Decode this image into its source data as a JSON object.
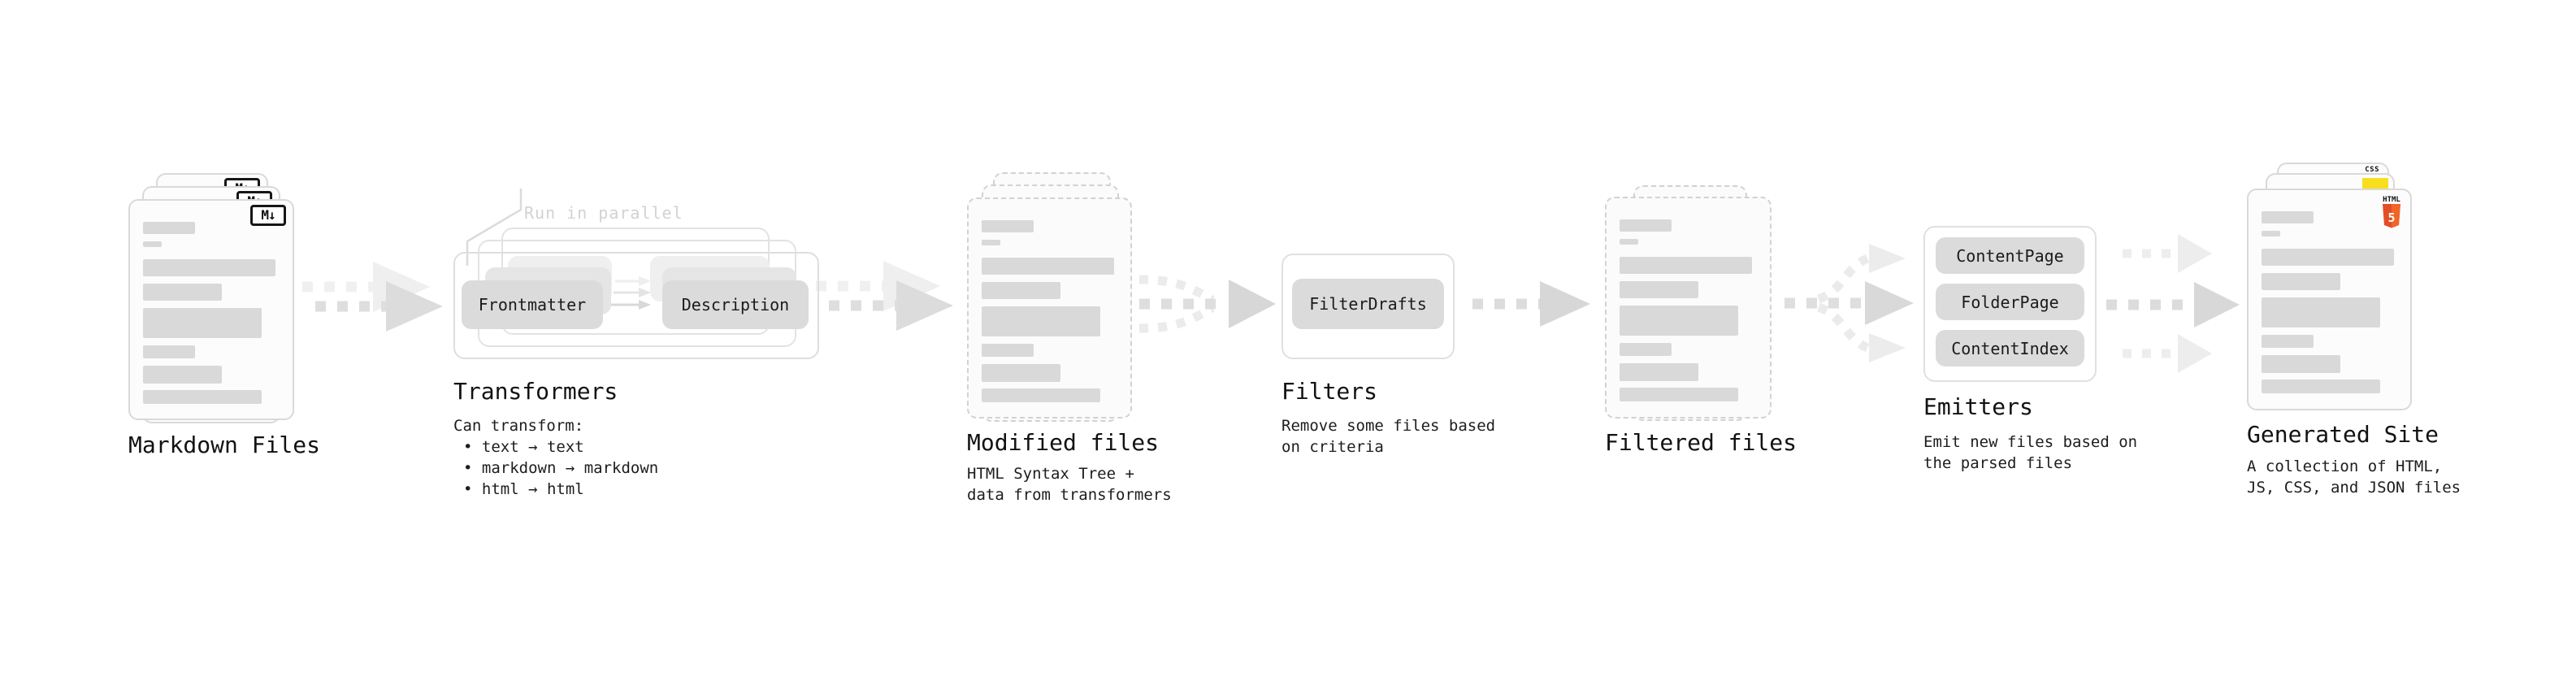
{
  "stages": {
    "markdown_files": {
      "title": "Markdown Files",
      "badge": "M↓"
    },
    "transformers": {
      "title": "Transformers",
      "annotation": "Run in parallel",
      "pill_left": "Frontmatter",
      "pill_right": "Description",
      "caption_heading": "Can transform:",
      "bullets": [
        "• text → text",
        "• markdown → markdown",
        "• html → html"
      ]
    },
    "modified_files": {
      "title": "Modified files",
      "caption": "HTML Syntax Tree +\ndata from transformers"
    },
    "filters": {
      "title": "Filters",
      "pill": "FilterDrafts",
      "caption": "Remove some files based\non criteria"
    },
    "filtered_files": {
      "title": "Filtered files"
    },
    "emitters": {
      "title": "Emitters",
      "pills": [
        "ContentPage",
        "FolderPage",
        "ContentIndex"
      ],
      "caption": "Emit new files based on\nthe parsed files"
    },
    "generated_site": {
      "title": "Generated Site",
      "caption": "A collection of HTML,\nJS, CSS, and JSON files",
      "badge_html_label": "HTML",
      "badge_html_number": "5",
      "badge_css": "CSS"
    }
  },
  "colors": {
    "html5_orange": "#e44d26",
    "html5_orange_light": "#f16529",
    "js_yellow": "#f7df1e",
    "css_blue": "#2862f0",
    "placeholder_bar": "#d9d9d9"
  }
}
